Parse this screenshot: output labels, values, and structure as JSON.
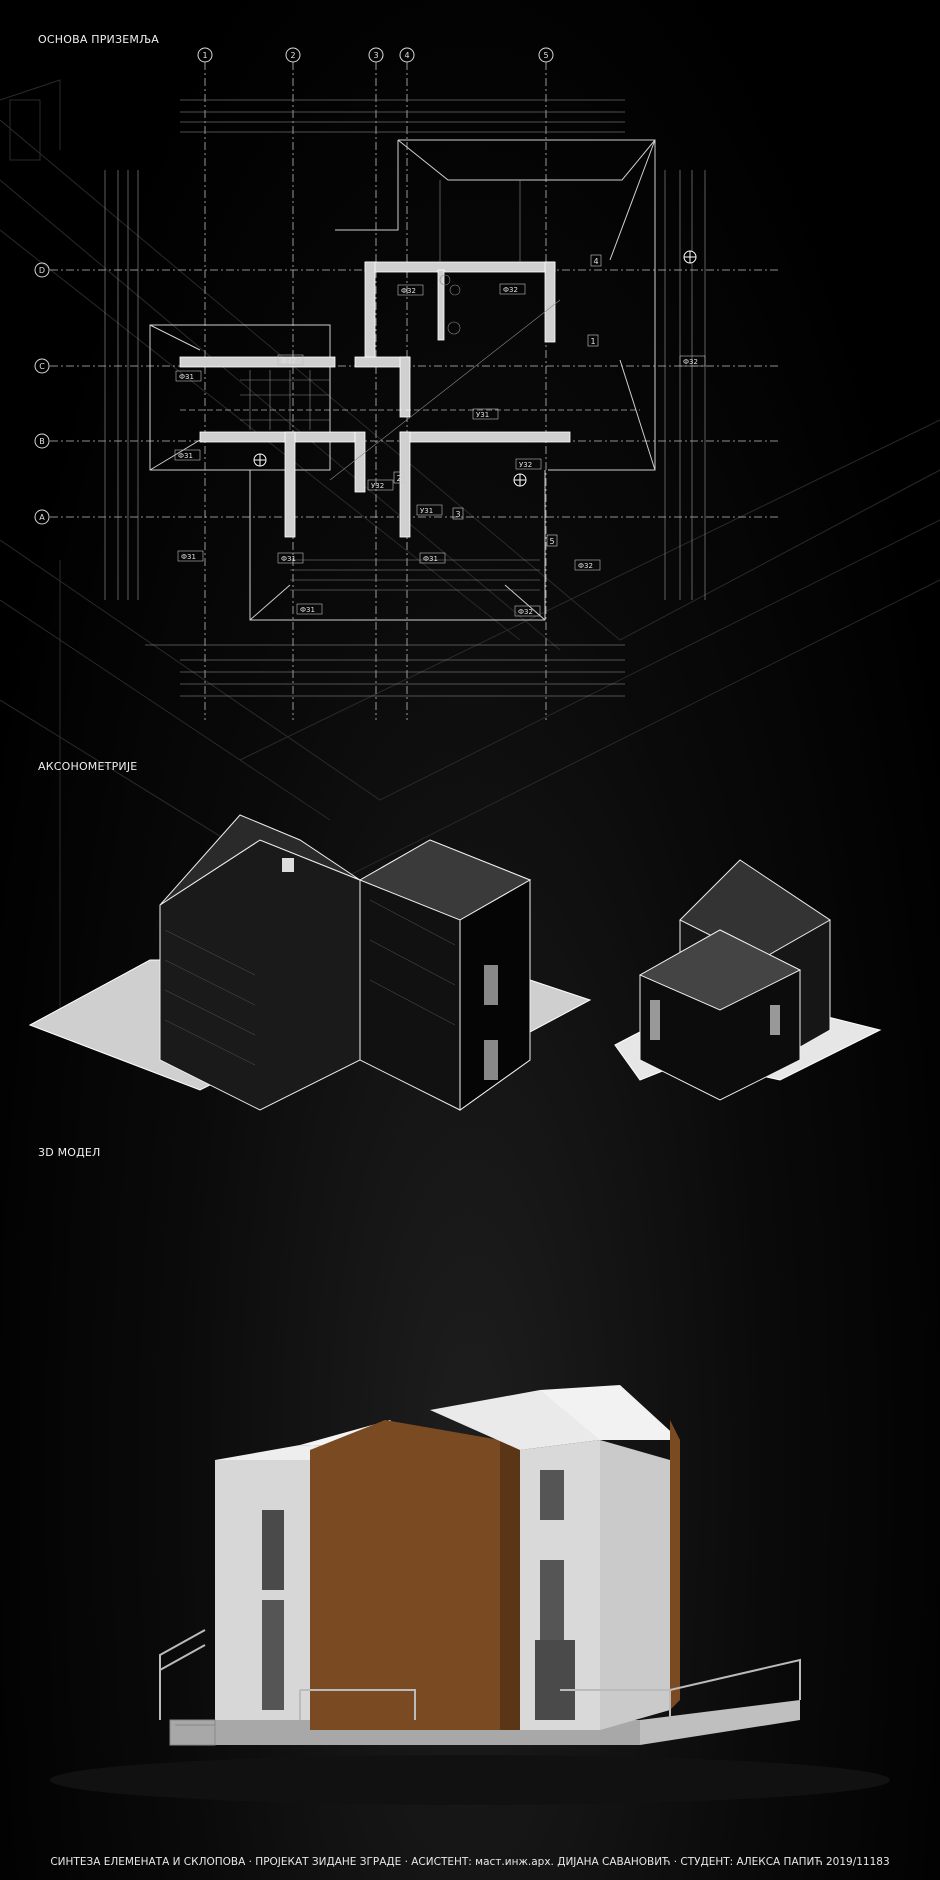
{
  "sections": {
    "plan_title": "ОСНОВА ПРИЗЕМЉА",
    "axo_title": "АКСОНОМЕТРИЈЕ",
    "model_title": "3D МОДЕЛ"
  },
  "plan": {
    "axes_numbers": [
      "1",
      "2",
      "3",
      "4",
      "5"
    ],
    "axes_letters": [
      "D",
      "C",
      "B",
      "A"
    ],
    "rooms": [
      "1",
      "2",
      "3",
      "4",
      "5"
    ],
    "tags": [
      "Ф32",
      "Ф32",
      "Ф32",
      "Ф31",
      "Ф32",
      "Ф31",
      "Ф31",
      "Ф31",
      "Ф31",
      "Ф32",
      "Ф32",
      "Ф31",
      "У31",
      "У32",
      "У31",
      "У32"
    ]
  },
  "colors": {
    "background": "#000000",
    "lines": "#d8d8d8",
    "wood": "#7a4a22",
    "walls": "#cfcfcf"
  },
  "footer": "СИНТЕЗА ЕЛЕМЕНАТА И СКЛОПОВА · ПРОЈЕКАТ ЗИДАНЕ ЗГРАДЕ · АСИСТЕНТ: маст.инж.арх. ДИЈАНА САВАНОВИЋ · СТУДЕНТ: АЛЕКСА ПАПИЋ 2019/11183"
}
